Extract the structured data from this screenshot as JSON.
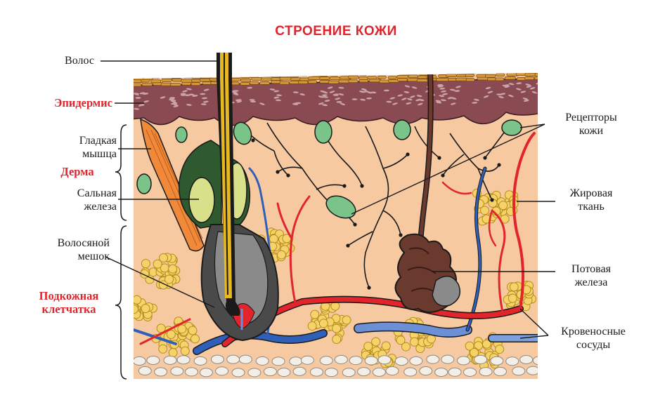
{
  "title": "СТРОЕНИЕ КОЖИ",
  "labels": {
    "hair": "Волос",
    "epidermis": "Эпидермис",
    "smooth_muscle_1": "Гладкая",
    "smooth_muscle_2": "мышца",
    "dermis": "Дерма",
    "sebaceous_1": "Сальная",
    "sebaceous_2": "железа",
    "follicle_1": "Волосяной",
    "follicle_2": "мешок",
    "hypodermis_1": "Подкожная",
    "hypodermis_2": "клетчатка",
    "receptors_1": "Рецепторы",
    "receptors_2": "кожи",
    "fat_1": "Жировая",
    "fat_2": "ткань",
    "sweat_1": "Потовая",
    "sweat_2": "железа",
    "vessels_1": "Кровеносные",
    "vessels_2": "сосуды"
  },
  "colors": {
    "title": "#e0242b",
    "epidermis": "#8a4a52",
    "stratum_corneum": "#d79a3a",
    "dermis": "#f6c9a0",
    "fat": "#f6d36a",
    "artery": "#e2242b",
    "vein": "#2f5fb8",
    "hair": "#e8b820",
    "gland": "#6b3a2e"
  }
}
